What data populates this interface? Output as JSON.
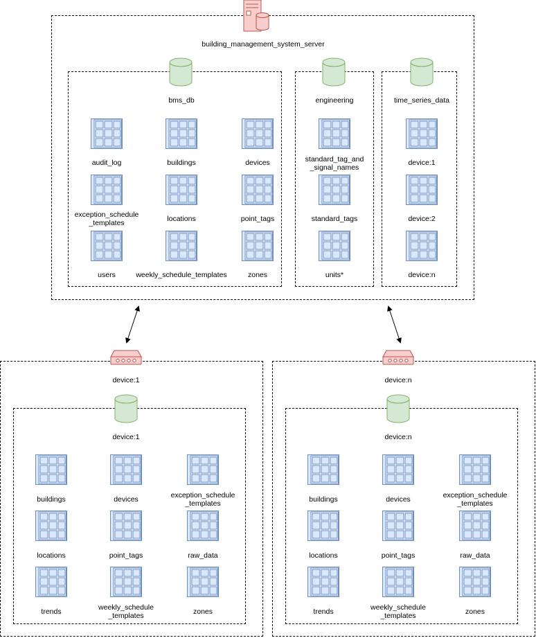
{
  "server": {
    "label": "building_management_system_server"
  },
  "databases": {
    "bms_db": {
      "label": "bms_db",
      "tables": [
        "audit_log",
        "buildings",
        "devices",
        "exception_schedule\n_templates",
        "locations",
        "point_tags",
        "users",
        "weekly_schedule_templates",
        "zones"
      ]
    },
    "engineering": {
      "label": "engineering",
      "tables": [
        "standard_tag_and\n_signal_names",
        "standard_tags",
        "units*"
      ]
    },
    "time_series_data": {
      "label": "time_series_data",
      "tables": [
        "device:1",
        "device:2",
        "device:n"
      ]
    }
  },
  "devices": [
    {
      "label": "device:1",
      "db_label": "device:1",
      "tables": [
        "buildings",
        "devices",
        "exception_schedule\n_templates",
        "locations",
        "point_tags",
        "raw_data",
        "trends",
        "weekly_schedule\n_templates",
        "zones"
      ]
    },
    {
      "label": "device:n",
      "db_label": "device:n",
      "tables": [
        "buildings",
        "devices",
        "exception_schedule\n_templates",
        "locations",
        "point_tags",
        "raw_data",
        "trends",
        "weekly_schedule\n_templates",
        "zones"
      ]
    }
  ],
  "icons": {
    "server": "server-icon",
    "database": "database-icon",
    "table": "table-icon",
    "router": "router-icon"
  },
  "colors": {
    "table_fill": "#dae8fc",
    "table_stroke": "#6c8ebf",
    "db_fill": "#d5e8d4",
    "db_stroke": "#82b366",
    "device_fill": "#f8cecc",
    "device_stroke": "#b85450"
  }
}
